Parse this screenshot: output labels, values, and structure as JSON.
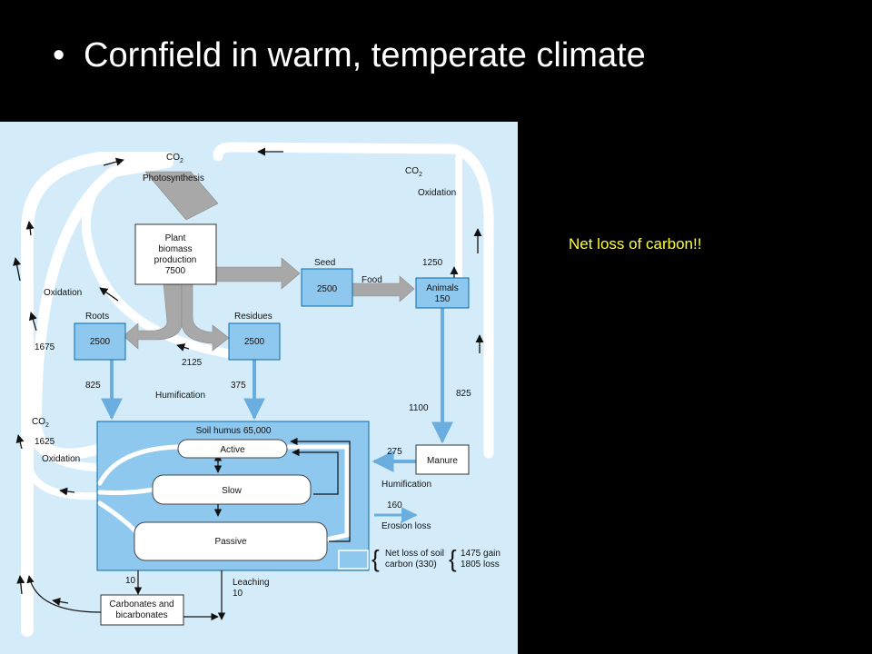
{
  "slide": {
    "bullet": "•",
    "title": "Cornfield in warm, temperate climate",
    "note": "Net loss of carbon!!"
  },
  "colors": {
    "background": "#000000",
    "panel": "#d4ecf9",
    "box_fill": "#8fc8ee",
    "box_border": "#0a6aa8",
    "flow_gray": "#a8a8a8",
    "note_yellow": "#ffff33"
  },
  "diagram": {
    "co2_top": "CO",
    "co2_top_sub": "2",
    "photosynthesis": "Photosynthesis",
    "co2_right": "CO",
    "co2_right_sub": "2",
    "oxidation_right": "Oxidation",
    "oxidation_left": "Oxidation",
    "plant": {
      "line1": "Plant",
      "line2": "biomass",
      "line3": "production",
      "value": "7500"
    },
    "seed": {
      "label": "Seed",
      "value": "2500"
    },
    "food": "Food",
    "animals": {
      "label": "Animals",
      "value": "150"
    },
    "v1250": "1250",
    "roots": {
      "label": "Roots",
      "value": "2500"
    },
    "residues": {
      "label": "Residues",
      "value": "2500"
    },
    "v1675": "1675",
    "v2125": "2125",
    "v825_left": "825",
    "v375": "375",
    "humification_mid": "Humification",
    "v1100": "1100",
    "v825_right": "825",
    "co2_left": "CO",
    "co2_left_sub": "2",
    "v1625": "1625",
    "oxidation_lower": "Oxidation",
    "soil_humus": "Soil humus 65,000",
    "active": "Active",
    "slow": "Slow",
    "passive": "Passive",
    "v275": "275",
    "manure": "Manure",
    "humification_right": "Humification",
    "v160": "160",
    "erosion_loss": "Erosion loss",
    "net_loss_line1": "Net loss of soil",
    "net_loss_line2": "carbon (330)",
    "gain": "1475 gain",
    "loss": "1805 loss",
    "v10_left": "10",
    "leaching": "Leaching",
    "v10_leach": "10",
    "carbonates_line1": "Carbonates and",
    "carbonates_line2": "bicarbonates"
  }
}
